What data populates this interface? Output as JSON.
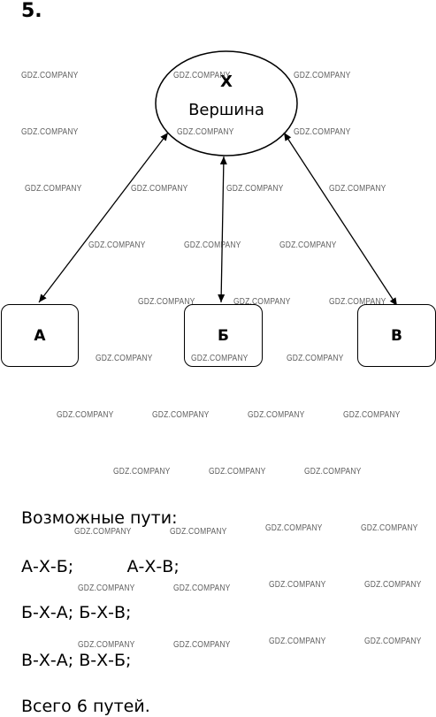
{
  "problem_number": "5.",
  "center_node": {
    "letter": "X",
    "label": "Вершина"
  },
  "nodes": [
    "А",
    "Б",
    "В"
  ],
  "text": {
    "heading": "Возможные пути:",
    "line1": "А-Х-Б;          А-Х-В;",
    "line2": "Б-Х-А; Б-Х-В;",
    "line3": "В-Х-А; В-Х-Б;",
    "total": "Всего 6 путей."
  },
  "watermark_text": "GDZ.COMPANY"
}
